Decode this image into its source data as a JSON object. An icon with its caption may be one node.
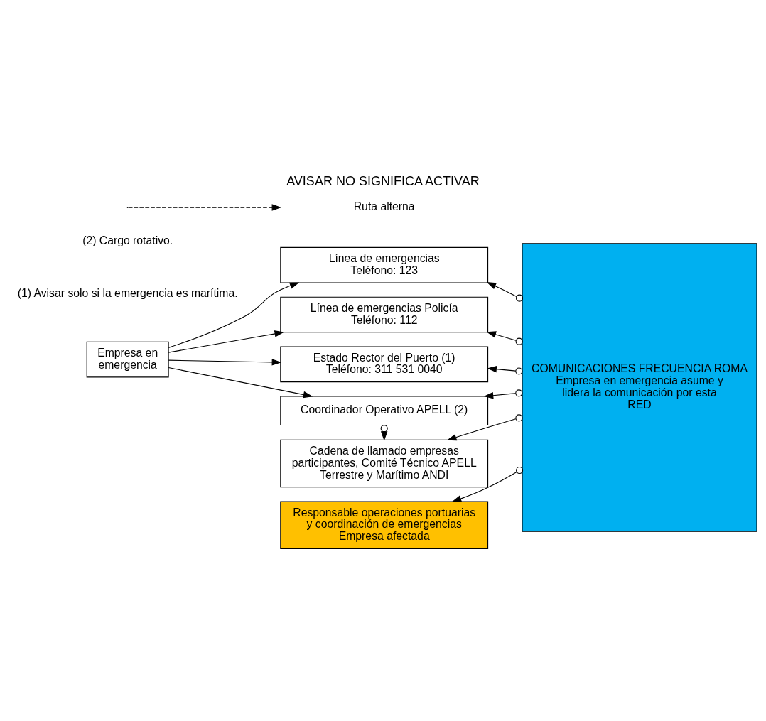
{
  "diagram": {
    "title": "AVISAR NO SIGNIFICA ACTIVAR",
    "nodes": [
      {
        "text": [
          "Empresa en emergencia"
        ]
      },
      {
        "text": [
          "Línea de emergencias",
          "Teléfono: 123"
        ]
      },
      {
        "text": [
          "Línea de emergencias Policía",
          "Teléfono: 112"
        ]
      },
      {
        "text": [
          "Estado Rector del Puerto (1)",
          "Teléfono: 311 531 0040"
        ]
      },
      {
        "text": [
          "Coordinador Operativo APELL (2)"
        ]
      },
      {
        "text": [
          "Responsable operaciones portuarias y coordinación de emergencias",
          "Empresa afectada"
        ]
      },
      {
        "text": [
          "Cadena de llamado empresas participantes, Comité Técnico APELL Terrestre y Marítimo ANDI"
        ]
      },
      {
        "text": [
          "COMUNICACIONES FRECUENCIA ROMA",
          "Empresa en emergencia asume y lidera la comunicación por esta RED"
        ]
      }
    ],
    "edges": [
      {
        "from": 0,
        "to": 1,
        "arrow": "to"
      },
      {
        "from": 0,
        "to": 2,
        "arrow": "to"
      },
      {
        "from": 0,
        "to": 3,
        "arrow": "to"
      },
      {
        "from": 0,
        "to": 4,
        "arrow": "to"
      },
      {
        "from": 7,
        "to": 1,
        "arrow": "to"
      },
      {
        "from": 7,
        "to": 2,
        "arrow": "to"
      },
      {
        "from": 7,
        "to": 3,
        "arrow": "to"
      },
      {
        "from": 7,
        "to": 4,
        "arrow": "to"
      },
      {
        "from": 7,
        "to": 5,
        "arrow": "to"
      },
      {
        "from": 7,
        "to": 6,
        "arrow": "to"
      },
      {
        "from": 4,
        "to": 6,
        "arrow": "to",
        "style": "dashed"
      }
    ],
    "labels": [
      "(1) Avisar solo si la emergencia es marítima.",
      "(2) Cargo rotativo."
    ],
    "legend": [
      {
        "text": "Ruta alterna"
      }
    ]
  }
}
